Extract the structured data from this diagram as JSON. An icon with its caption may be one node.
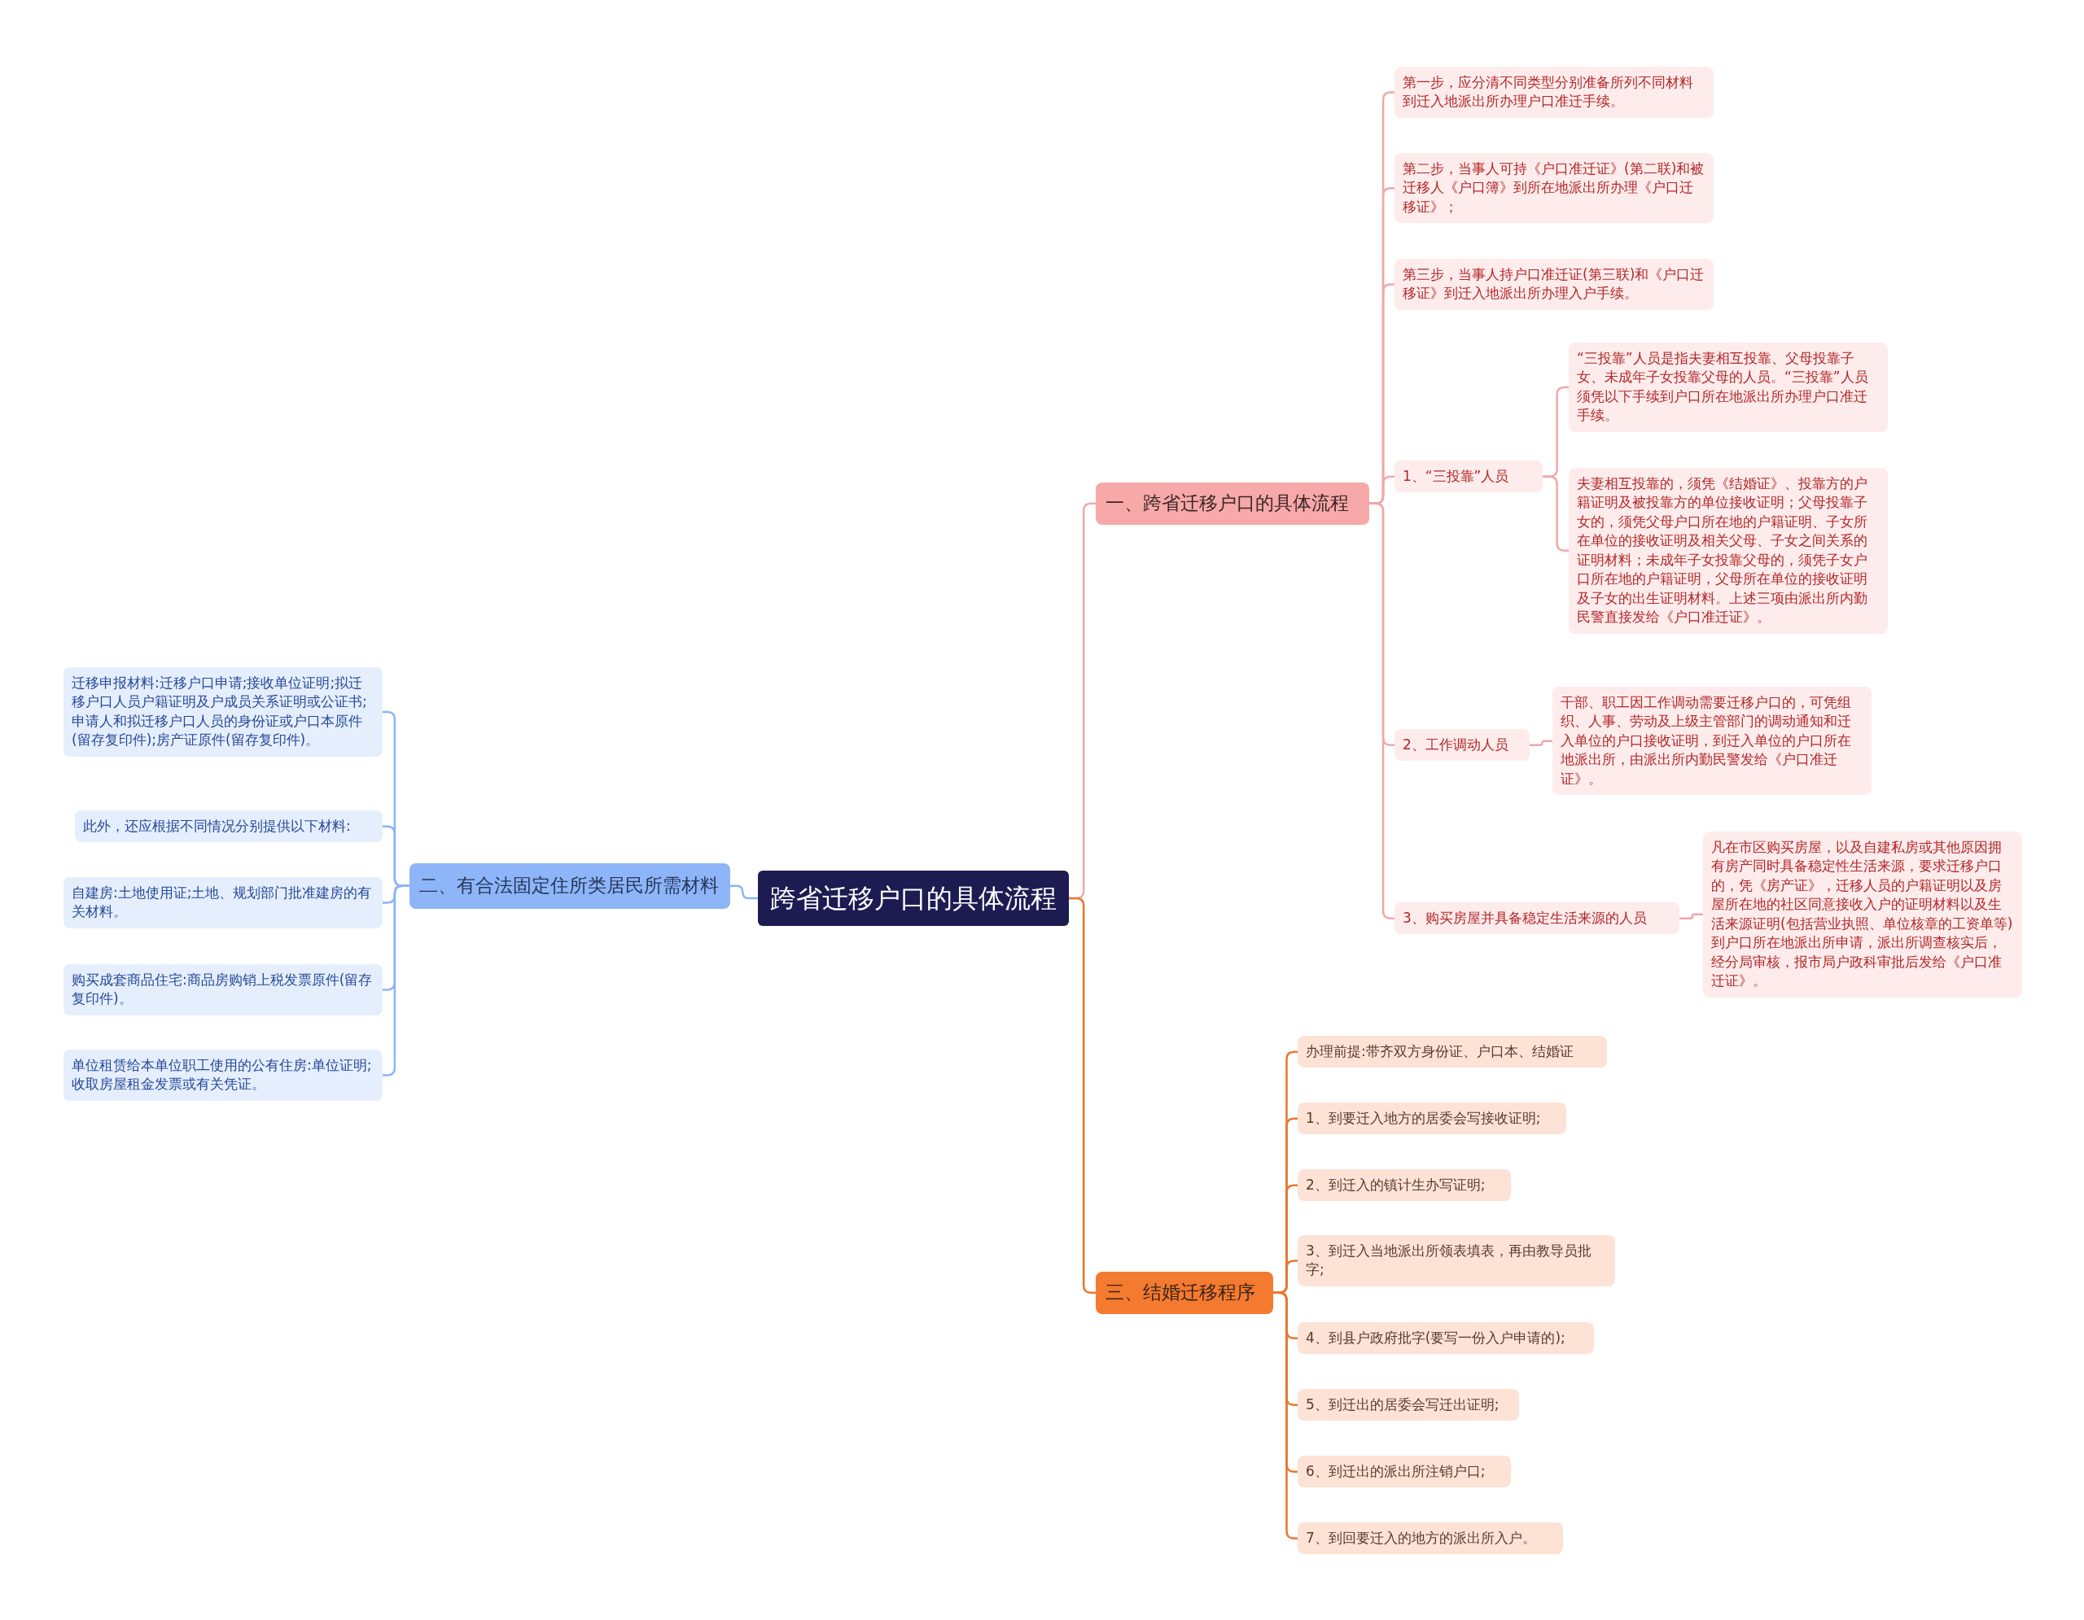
{
  "diagram": {
    "nodes": [
      {
        "text": [
          "跨省迁移户口的具体流程"
        ]
      },
      {
        "text": [
          "一、跨省迁移户口的具体流程"
        ]
      },
      {
        "text": [
          "第一步，应分清不同类型分别准备所列不同材料到迁入地派出所办理户口准迁手续。"
        ]
      },
      {
        "text": [
          "第二步，当事人可持《户口准迁证》(第二联)和被迁移人《户口簿》到所在地派出所办理《户口迁移证》；"
        ]
      },
      {
        "text": [
          "第三步，当事人持户口准迁证(第三联)和《户口迁移证》到迁入地派出所办理入户手续。"
        ]
      },
      {
        "text": [
          "1、“三投靠”人员"
        ]
      },
      {
        "text": [
          "“三投靠”人员是指夫妻相互投靠、父母投靠子女、未成年子女投靠父母的人员。“三投靠”人员须凭以下手续到户口所在地派出所办理户口准迁手续。"
        ]
      },
      {
        "text": [
          "夫妻相互投靠的，须凭《结婚证》、投靠方的户籍证明及被投靠方的单位接收证明；父母投靠子女的，须凭父母户口所在地的户籍证明、子女所在单位的接收证明及相关父母、子女之间关系的证明材料；未成年子女投靠父母的，须凭子女户口所在地的户籍证明，父母所在单位的接收证明及子女的出生证明材料。上述三项由派出所内勤民警直接发给《户口准迁证》。"
        ]
      },
      {
        "text": [
          "2、工作调动人员"
        ]
      },
      {
        "text": [
          "干部、职工因工作调动需要迁移户口的，可凭组织、人事、劳动及上级主管部门的调动通知和迁入单位的户口接收证明，到迁入单位的户口所在地派出所，由派出所内勤民警发给《户口准迁证》。"
        ]
      },
      {
        "text": [
          "3、购买房屋并具备稳定生活来源的人员"
        ]
      },
      {
        "text": [
          "凡在市区购买房屋，以及自建私房或其他原因拥有房产同时具备稳定性生活来源，要求迁移户口的，凭《房产证》，迁移人员的户籍证明以及房屋所在地的社区同意接收入户的证明材料以及生活来源证明(包括营业执照、单位核章的工资单等)到户口所在地派出所申请，派出所调查核实后，经分局审核，报市局户政科审批后发给《户口准迁证》。"
        ]
      },
      {
        "text": [
          "三、结婚迁移程序"
        ]
      },
      {
        "text": [
          "办理前提:带齐双方身份证、户口本、结婚证"
        ]
      },
      {
        "text": [
          "1、到要迁入地方的居委会写接收证明;"
        ]
      },
      {
        "text": [
          "2、到迁入的镇计生办写证明;"
        ]
      },
      {
        "text": [
          "3、到迁入当地派出所领表填表，再由教导员批字;"
        ]
      },
      {
        "text": [
          "4、到县户政府批字(要写一份入户申请的);"
        ]
      },
      {
        "text": [
          "5、到迁出的居委会写迁出证明;"
        ]
      },
      {
        "text": [
          "6、到迁出的派出所注销户口;"
        ]
      },
      {
        "text": [
          "7、到回要迁入的地方的派出所入户。"
        ]
      },
      {
        "text": [
          "二、有合法固定住所类居民所需材料"
        ]
      },
      {
        "text": [
          "迁移申报材料:迁移户口申请;接收单位证明;拟迁移户口人员户籍证明及户成员关系证明或公证书;申请人和拟迁移户口人员的身份证或户口本原件(留存复印件);房产证原件(留存复印件)。"
        ]
      },
      {
        "text": [
          "此外，还应根据不同情况分别提供以下材料:"
        ]
      },
      {
        "text": [
          "自建房:土地使用证;土地、规划部门批准建房的有关材料。"
        ]
      },
      {
        "text": [
          "购买成套商品住宅:商品房购销上税发票原件(留存复印件)。"
        ]
      },
      {
        "text": [
          "单位租赁给本单位职工使用的公有住房:单位证明;收取房屋租金发票或有关凭证。"
        ]
      }
    ],
    "edges": [
      {
        "from": 0,
        "to": 1,
        "arrow": "none"
      },
      {
        "from": 1,
        "to": 2,
        "arrow": "none"
      },
      {
        "from": 1,
        "to": 3,
        "arrow": "none"
      },
      {
        "from": 1,
        "to": 4,
        "arrow": "none"
      },
      {
        "from": 1,
        "to": 5,
        "arrow": "none"
      },
      {
        "from": 5,
        "to": 6,
        "arrow": "none"
      },
      {
        "from": 5,
        "to": 7,
        "arrow": "none"
      },
      {
        "from": 1,
        "to": 8,
        "arrow": "none"
      },
      {
        "from": 8,
        "to": 9,
        "arrow": "none"
      },
      {
        "from": 1,
        "to": 10,
        "arrow": "none"
      },
      {
        "from": 10,
        "to": 11,
        "arrow": "none"
      },
      {
        "from": 0,
        "to": 12,
        "arrow": "none",
        "color": "#e8772e"
      },
      {
        "from": 12,
        "to": 13,
        "arrow": "none",
        "color": "#e8772e"
      },
      {
        "from": 12,
        "to": 14,
        "arrow": "none",
        "color": "#e8772e"
      },
      {
        "from": 12,
        "to": 15,
        "arrow": "none",
        "color": "#e8772e"
      },
      {
        "from": 12,
        "to": 16,
        "arrow": "none",
        "color": "#e8772e"
      },
      {
        "from": 12,
        "to": 17,
        "arrow": "none",
        "color": "#e8772e"
      },
      {
        "from": 12,
        "to": 18,
        "arrow": "none",
        "color": "#e8772e"
      },
      {
        "from": 12,
        "to": 19,
        "arrow": "none",
        "color": "#e8772e"
      },
      {
        "from": 12,
        "to": 20,
        "arrow": "none",
        "color": "#e8772e"
      },
      {
        "from": 0,
        "to": 21,
        "arrow": "none",
        "color": "#8ab4f8"
      },
      {
        "from": 21,
        "to": 22,
        "arrow": "none",
        "color": "#8ab4f8"
      },
      {
        "from": 21,
        "to": 23,
        "arrow": "none",
        "color": "#8ab4f8"
      },
      {
        "from": 21,
        "to": 24,
        "arrow": "none",
        "color": "#8ab4f8"
      },
      {
        "from": 21,
        "to": 25,
        "arrow": "none",
        "color": "#8ab4f8"
      },
      {
        "from": 21,
        "to": 26,
        "arrow": "none",
        "color": "#8ab4f8"
      }
    ]
  }
}
